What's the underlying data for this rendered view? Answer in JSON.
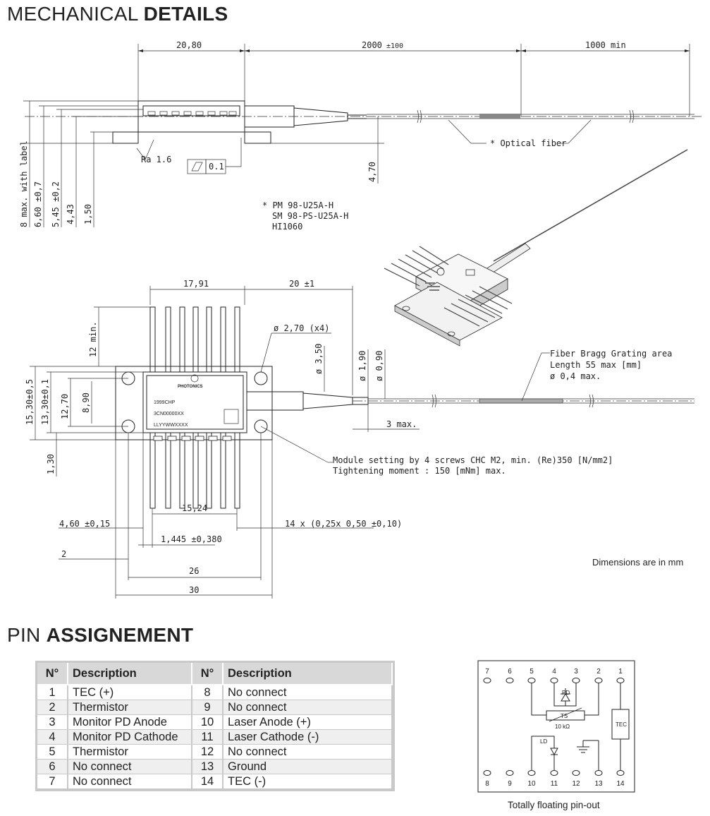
{
  "mechanical": {
    "title_light": "MECHANICAL",
    "title_bold": "DETAILS",
    "dims_note": "Dimensions are in mm",
    "side_view": {
      "dim_top_1": "20,80",
      "dim_top_2": "2000",
      "dim_top_2_tol": "±100",
      "dim_top_3": "1000",
      "dim_top_3_suffix": "min",
      "vert_1": "8 max. with label",
      "vert_2": "6,60 ±0,7",
      "vert_3": "5,45 ±0,2",
      "vert_4": "4,43",
      "vert_5": "1,50",
      "vert_6": "4,70",
      "roughness": "Ra 1.6",
      "flatness": "0.1",
      "fiber_label": "* Optical fiber",
      "fiber_types": [
        "* PM 98-U25A-H",
        "SM 98-PS-U25A-H",
        "HI1060"
      ]
    },
    "top_view": {
      "dim_17_91": "17,91",
      "dim_20": "20 ±1",
      "dim_12min": "12 min.",
      "hole_dia": "ø 2,70 (x4)",
      "dia_3_50": "ø 3,50",
      "dia_1_90": "ø 1,90",
      "dia_0_90": "ø 0,90",
      "fbg_1": "Fiber Bragg Grating area",
      "fbg_2": "Length 55 max [mm]",
      "fbg_3": "ø 0,4 max.",
      "dim_15_30": "15,30±0,5",
      "dim_13_30": "13,30±0,1",
      "dim_12_70": "12,70",
      "dim_8_90": "8,90",
      "dim_1_30": "1,30",
      "dim_3max": "3 max.",
      "dim_15_24": "15,24",
      "dim_4_60": "4,60 ±0,15",
      "dim_1_445": "1,445 ±0,380",
      "dim_2": "2",
      "dim_26": "26",
      "dim_30": "30",
      "pins_note": "14 x (0,25x 0,50 ±0,10)",
      "screw_1": "Module setting by 4 screws CHC M2, min. (Re)350 [N/mm2]",
      "screw_2": "Tightening moment : 150 [mNm] max.",
      "label_brand": "PHOTONICS",
      "label_l1": "1999CHP",
      "label_l2": "3CN00000XX",
      "label_l3": "LLYYWWXXXX"
    }
  },
  "pins": {
    "title_light": "PIN",
    "title_bold": "ASSIGNEMENT",
    "headers": [
      "N°",
      "Description",
      "N°",
      "Description"
    ],
    "rows": [
      {
        "n1": "1",
        "d1": "TEC (+)",
        "n2": "8",
        "d2": "No connect"
      },
      {
        "n1": "2",
        "d1": "Thermistor",
        "n2": "9",
        "d2": "No connect"
      },
      {
        "n1": "3",
        "d1": "Monitor PD Anode",
        "n2": "10",
        "d2": "Laser Anode (+)"
      },
      {
        "n1": "4",
        "d1": "Monitor PD Cathode",
        "n2": "11",
        "d2": "Laser Cathode (-)"
      },
      {
        "n1": "5",
        "d1": "Thermistor",
        "n2": "12",
        "d2": "No connect"
      },
      {
        "n1": "6",
        "d1": "No connect",
        "n2": "13",
        "d2": "Ground"
      },
      {
        "n1": "7",
        "d1": "No connect",
        "n2": "14",
        "d2": "TEC (-)"
      }
    ]
  },
  "circuit": {
    "top_pins": [
      "7",
      "6",
      "5",
      "4",
      "3",
      "2",
      "1"
    ],
    "bottom_pins": [
      "8",
      "9",
      "10",
      "11",
      "12",
      "13",
      "14"
    ],
    "pd": "PD",
    "ts": "TS",
    "ts_value": "10 kΩ",
    "tec": "TEC",
    "ld": "LD",
    "caption": "Totally floating pin-out"
  }
}
